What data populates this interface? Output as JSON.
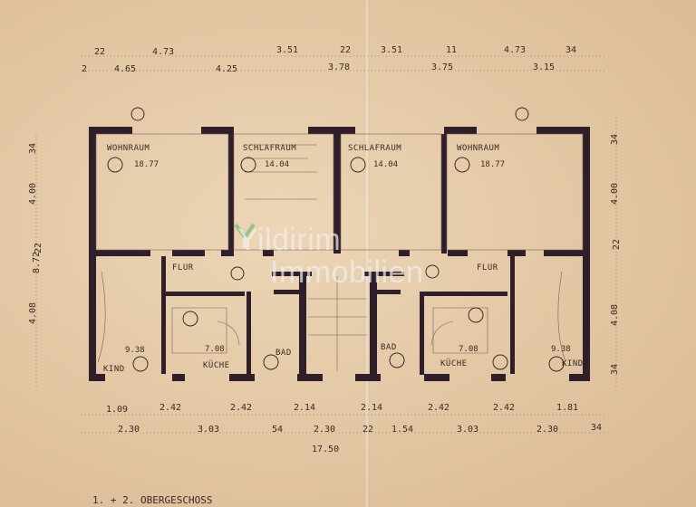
{
  "watermark": {
    "line1": "Yildirim",
    "line2": "Immobilien"
  },
  "caption": "1. + 2. OBERGESCHOSS",
  "top_dims_row1": [
    "22",
    "4.73",
    "3.51",
    "22",
    "3.51",
    "11",
    "4.73",
    "34"
  ],
  "top_dims_row2": [
    "2",
    "4.65",
    "4.25",
    "3.78",
    "3.75",
    "3.15"
  ],
  "bottom_dims_row1": [
    "1.09",
    "2.42",
    "2.42",
    "2.14",
    "2.14",
    "2.42",
    "2.42",
    "1.81"
  ],
  "bottom_dims_row2": [
    "2.30",
    "3.03",
    "54",
    "2.30",
    "22",
    "1.54",
    "3.03",
    "2.30",
    "34"
  ],
  "total_width": "17.50",
  "left_dims": [
    "34",
    "4.00",
    "22",
    "8.72",
    "4.08"
  ],
  "right_dims": [
    "34",
    "4.00",
    "22",
    "4.08",
    "34"
  ],
  "rooms": {
    "wohnraum_left": {
      "label": "WOHNRAUM",
      "area": "18.77"
    },
    "schlafraum_left": {
      "label": "SCHLAFRAUM",
      "area": "14.04"
    },
    "schlafraum_right": {
      "label": "SCHLAFRAUM",
      "area": "14.04"
    },
    "wohnraum_right": {
      "label": "WOHNRAUM",
      "area": "18.77"
    },
    "flur_left": {
      "label": "FLUR"
    },
    "flur_right": {
      "label": "FLUR"
    },
    "kind_left": {
      "label": "KIND",
      "area": "9.38"
    },
    "kind_right": {
      "label": "KIND",
      "area": "9.38"
    },
    "kuche_left": {
      "label": "KÜCHE",
      "area": "7.08"
    },
    "kuche_right": {
      "label": "KÜCHE",
      "area": "7.08"
    },
    "bad_left": {
      "label": "BAD"
    },
    "bad_right": {
      "label": "BAD"
    }
  },
  "accent_colors": {
    "wall": "#2f1f2a",
    "ink": "#3b2a25",
    "paper": "#e8cfad"
  }
}
